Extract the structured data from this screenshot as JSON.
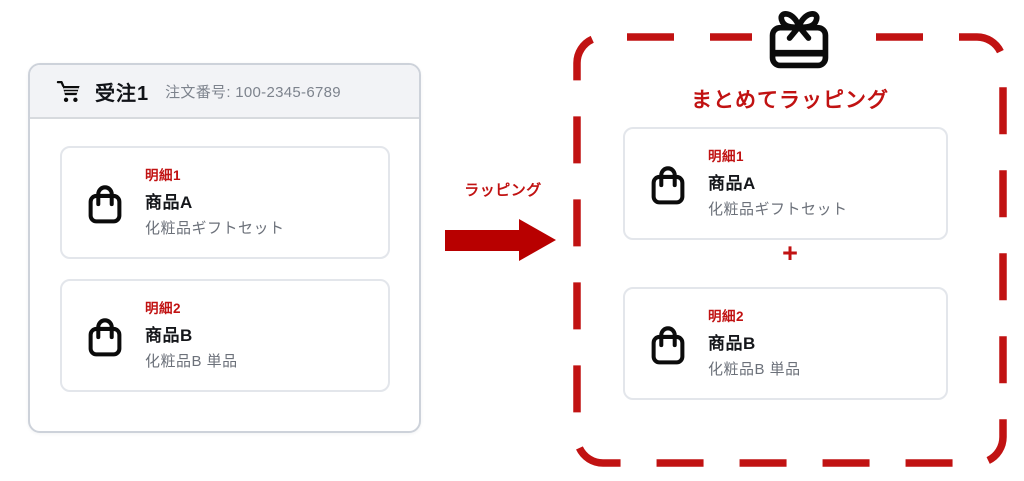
{
  "colors": {
    "accent_red": "#c11212",
    "arrow_red": "#b80000",
    "panel_border": "#cdd2da",
    "header_bg": "#f2f3f6",
    "card_border": "#e3e6eb",
    "desc_gray": "#6c717a"
  },
  "order_panel": {
    "title": "受注1",
    "order_number": "注文番号: 100-2345-6789",
    "items": [
      {
        "badge": "明細1",
        "name": "商品A",
        "desc": "化粧品ギフトセット"
      },
      {
        "badge": "明細2",
        "name": "商品B",
        "desc": "化粧品B 単品"
      }
    ]
  },
  "arrow": {
    "label": "ラッピング"
  },
  "wrap_panel": {
    "title": "まとめてラッピング",
    "plus": "+",
    "items": [
      {
        "badge": "明細1",
        "name": "商品A",
        "desc": "化粧品ギフトセット"
      },
      {
        "badge": "明細2",
        "name": "商品B",
        "desc": "化粧品B 単品"
      }
    ]
  },
  "icons": {
    "header": "shopping-cart-icon",
    "item": "shopping-bag-icon",
    "wrap": "gift-box-icon"
  }
}
